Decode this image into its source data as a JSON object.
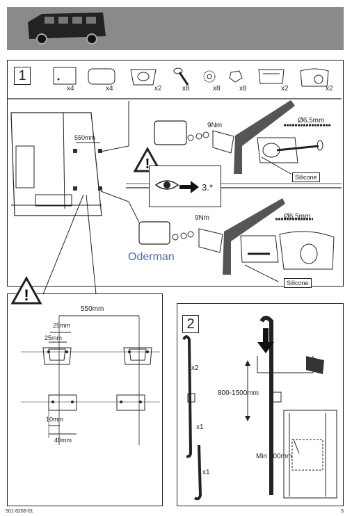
{
  "parts": {
    "counts": [
      "x4",
      "x4",
      "x2",
      "x8",
      "x8",
      "x8",
      "x2",
      "x2"
    ]
  },
  "step1": {
    "number": "1",
    "dim_550": "550mm",
    "torque_top": "9Nm",
    "torque_bottom": "9Nm",
    "drill_top": "Ø6,5mm",
    "drill_bottom": "Ø6,5mm",
    "silicone_top": "Silicone",
    "silicone_bottom": "Silicone",
    "ref": "3.*"
  },
  "watermark": "Oderman",
  "detail": {
    "dim_550": "550mm",
    "dim_25a": "25mm",
    "dim_25b": "25mm",
    "dim_10": "10mm",
    "dim_40": "40mm"
  },
  "step2": {
    "number": "2",
    "x2": "x2",
    "x1a": "x1",
    "x1b": "x1",
    "range": "800-1500mm",
    "min": "Min 100mm"
  },
  "footer": {
    "doc_number": "501-8206-01",
    "page": "3"
  }
}
